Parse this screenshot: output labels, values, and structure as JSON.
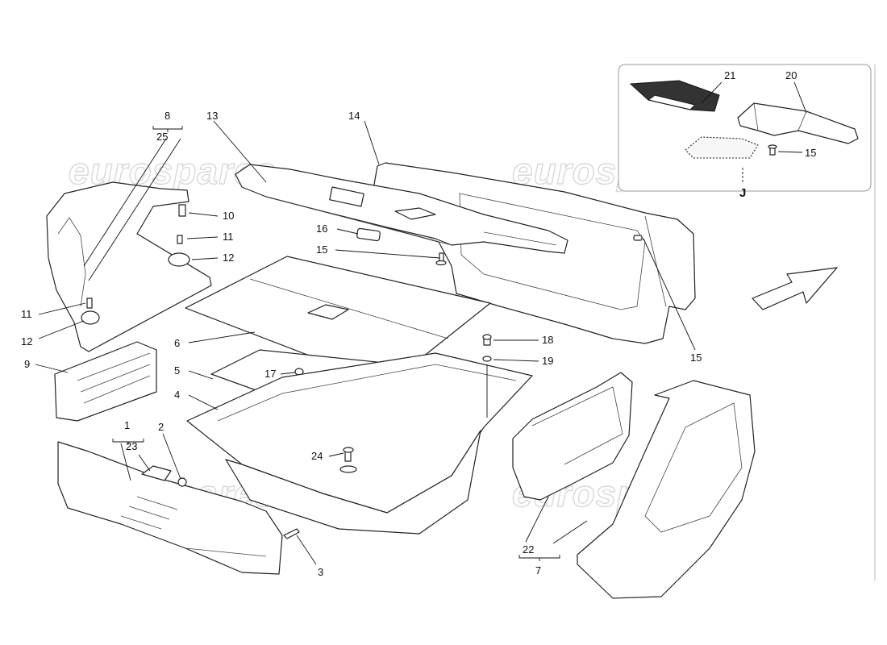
{
  "watermark": {
    "text": "eurospares"
  },
  "callouts": [
    {
      "id": "c1",
      "text": "1"
    },
    {
      "id": "c2",
      "text": "2"
    },
    {
      "id": "c3",
      "text": "3"
    },
    {
      "id": "c4",
      "text": "4"
    },
    {
      "id": "c5",
      "text": "5"
    },
    {
      "id": "c6",
      "text": "6"
    },
    {
      "id": "c7",
      "text": "7"
    },
    {
      "id": "c8",
      "text": "8"
    },
    {
      "id": "c9",
      "text": "9"
    },
    {
      "id": "c10",
      "text": "10"
    },
    {
      "id": "c11a",
      "text": "11"
    },
    {
      "id": "c11b",
      "text": "11"
    },
    {
      "id": "c12a",
      "text": "12"
    },
    {
      "id": "c12b",
      "text": "12"
    },
    {
      "id": "c13",
      "text": "13"
    },
    {
      "id": "c14",
      "text": "14"
    },
    {
      "id": "c15a",
      "text": "15"
    },
    {
      "id": "c15b",
      "text": "15"
    },
    {
      "id": "c15c",
      "text": "15"
    },
    {
      "id": "c16",
      "text": "16"
    },
    {
      "id": "c17",
      "text": "17"
    },
    {
      "id": "c18",
      "text": "18"
    },
    {
      "id": "c19",
      "text": "19"
    },
    {
      "id": "c20",
      "text": "20"
    },
    {
      "id": "c21",
      "text": "21"
    },
    {
      "id": "c22",
      "text": "22"
    },
    {
      "id": "c23",
      "text": "23"
    },
    {
      "id": "c24",
      "text": "24"
    },
    {
      "id": "c25",
      "text": "25"
    }
  ],
  "inset": {
    "label": "J"
  }
}
